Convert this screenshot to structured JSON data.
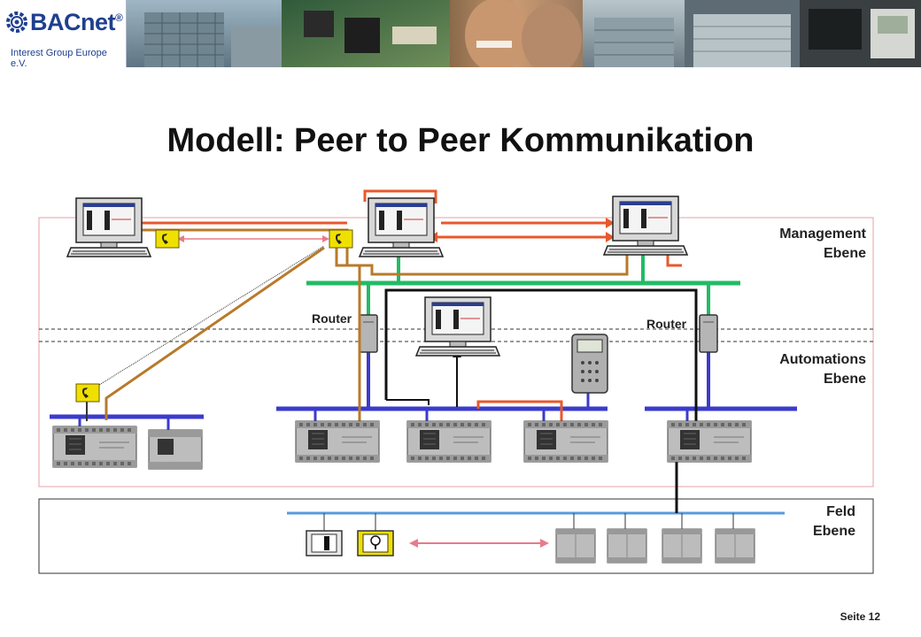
{
  "header": {
    "logo_text": "BACnet",
    "logo_reg": "®",
    "logo_subtitle": "Interest Group Europe e.V."
  },
  "title": "Modell: Peer to Peer Kommunikation",
  "levels": {
    "management": [
      "Management",
      "Ebene"
    ],
    "automation": [
      "Automations",
      "Ebene"
    ],
    "field": [
      "Feld",
      "Ebene"
    ]
  },
  "routers": [
    "Router",
    "Router"
  ],
  "footer": {
    "label": "Seite",
    "page": "12"
  },
  "colors": {
    "management_bus": "#22bb66",
    "automation_bus": "#3b3bcc",
    "field_bus": "#5a9adc",
    "peer_link": "#e8582c",
    "dial_link": "#b87a2a",
    "field_link": "#e87a8c",
    "frame": "#e6a0a8"
  }
}
